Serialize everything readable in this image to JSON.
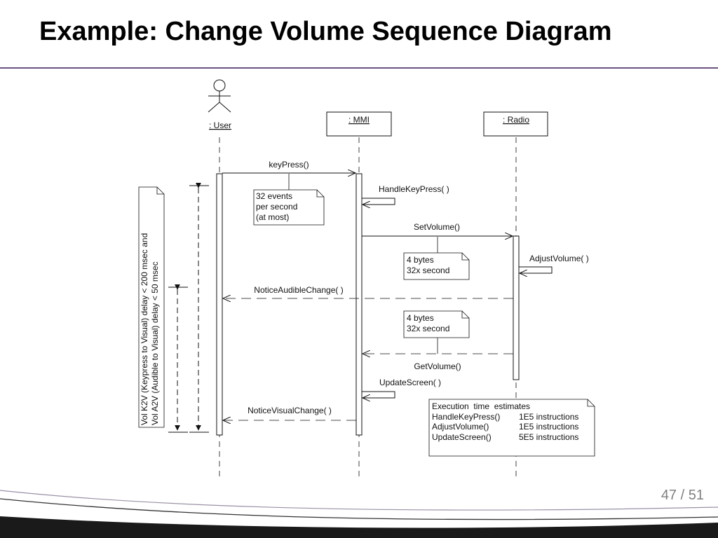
{
  "slide": {
    "title": "Example: Change Volume Sequence Diagram",
    "page_current": "47",
    "page_separator": "/",
    "page_total": "51"
  },
  "colors": {
    "rule": "#3a1a55",
    "footer": "#1a1a1a",
    "page_number": "#808080"
  },
  "lifelines": {
    "user": ": User",
    "mmi": ": MMI",
    "radio": ": Radio"
  },
  "messages": {
    "key_press": "keyPress()",
    "handle_key_press": "HandleKeyPress( )",
    "set_volume": "SetVolume()",
    "adjust_volume": "AdjustVolume( )",
    "notice_audible_change": "NoticeAudibleChange( )",
    "get_volume": "GetVolume()",
    "update_screen": "UpdateScreen( )",
    "notice_visual_change": "NoticeVisualChange( )"
  },
  "notes": {
    "events": [
      "32 events",
      "per second",
      "(at most)"
    ],
    "bytes_set": [
      "4 bytes",
      "32x second"
    ],
    "bytes_get": [
      "4 bytes",
      "32x second"
    ],
    "delays": [
      "Vol K2V (Keypress to Visual) delay < 200 msec and",
      "Vol A2V (Audible to Visual) delay < 50 msec"
    ],
    "estimates_title": "Execution  time  estimates",
    "estimates": [
      {
        "op": "HandleKeyPress()",
        "cost": "1E5 instructions"
      },
      {
        "op": "AdjustVolume()",
        "cost": "1E5 instructions"
      },
      {
        "op": "UpdateScreen()",
        "cost": "5E5 instructions"
      }
    ]
  }
}
